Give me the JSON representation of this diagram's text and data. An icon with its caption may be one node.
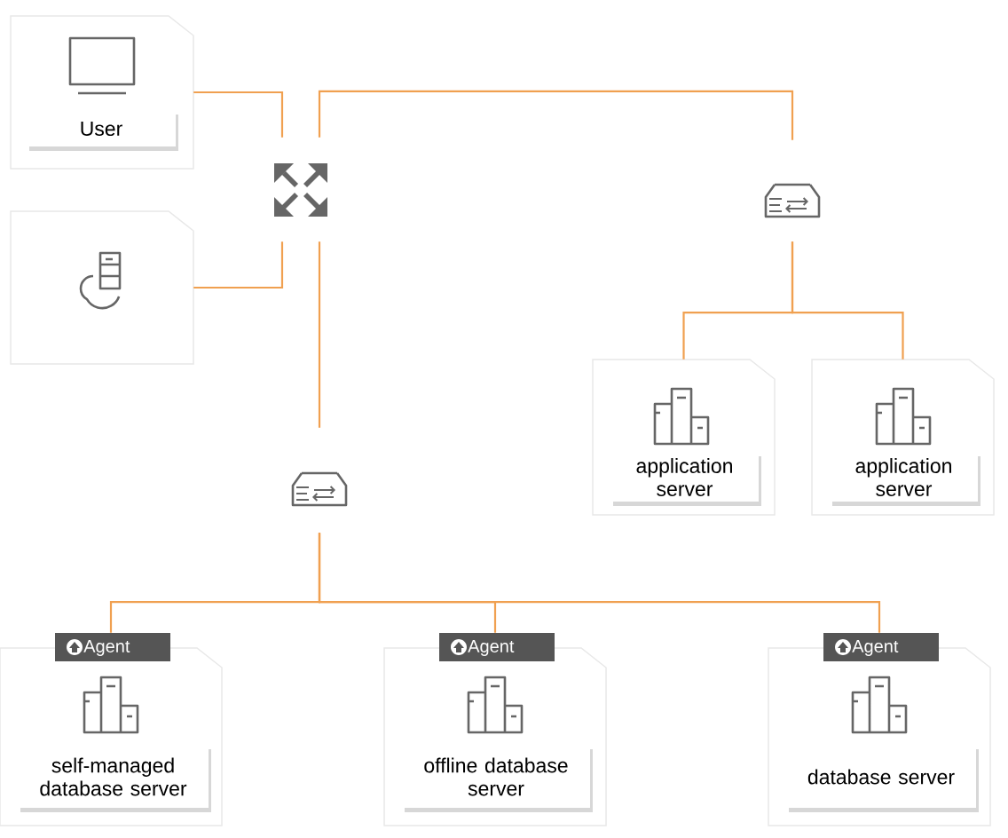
{
  "diagram": {
    "nodes": [
      {
        "text": [
          "User"
        ]
      },
      {
        "text": [],
        "shape": "box"
      },
      {
        "text": [],
        "shape": "icon"
      },
      {
        "text": [],
        "shape": "icon"
      },
      {
        "text": [
          "application server"
        ]
      },
      {
        "text": [
          "application server"
        ]
      },
      {
        "text": [],
        "shape": "icon"
      },
      {
        "text": [
          "Agent",
          "self-managed database server"
        ]
      },
      {
        "text": [
          "Agent",
          "offline database server"
        ]
      },
      {
        "text": [
          "Agent",
          "database server"
        ]
      }
    ],
    "edges": [
      {
        "from": 0,
        "to": 2,
        "arrow": "none"
      },
      {
        "from": 1,
        "to": 2,
        "arrow": "none"
      },
      {
        "from": 2,
        "to": 3,
        "arrow": "none"
      },
      {
        "from": 3,
        "to": 4,
        "arrow": "none"
      },
      {
        "from": 3,
        "to": 5,
        "arrow": "none"
      },
      {
        "from": 2,
        "to": 6,
        "arrow": "none"
      },
      {
        "from": 6,
        "to": 7,
        "arrow": "none"
      },
      {
        "from": 6,
        "to": 8,
        "arrow": "none"
      },
      {
        "from": 6,
        "to": 9,
        "arrow": "none"
      }
    ]
  }
}
